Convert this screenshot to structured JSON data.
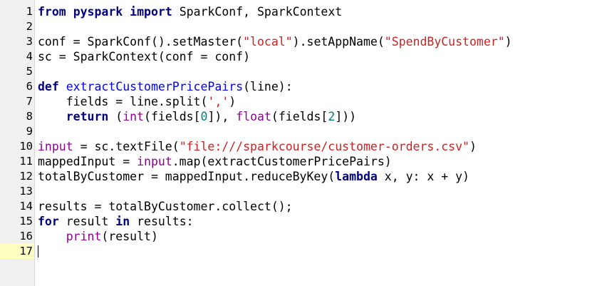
{
  "editor": {
    "current_line": 17,
    "colors": {
      "keyword": "#00007f",
      "string": "#cc2222",
      "builtin": "#900090",
      "number": "#007f7f",
      "function_name": "#0000ff",
      "gutter_bg": "#f0f0f0",
      "current_line_gutter": "#ffffc0"
    },
    "lines": [
      {
        "number": "1",
        "tokens": [
          {
            "t": "kw",
            "v": "from"
          },
          {
            "t": "ident",
            "v": " "
          },
          {
            "t": "kw",
            "v": "pyspark"
          },
          {
            "t": "ident",
            "v": " "
          },
          {
            "t": "kw",
            "v": "import"
          },
          {
            "t": "ident",
            "v": " SparkConf, SparkContext"
          }
        ]
      },
      {
        "number": "2",
        "tokens": []
      },
      {
        "number": "3",
        "tokens": [
          {
            "t": "ident",
            "v": "conf = SparkConf().setMaster("
          },
          {
            "t": "str",
            "v": "\"local\""
          },
          {
            "t": "ident",
            "v": ").setAppName("
          },
          {
            "t": "str",
            "v": "\"SpendByCustomer\""
          },
          {
            "t": "ident",
            "v": ")"
          }
        ]
      },
      {
        "number": "4",
        "tokens": [
          {
            "t": "ident",
            "v": "sc = SparkContext(conf = conf)"
          }
        ]
      },
      {
        "number": "5",
        "tokens": []
      },
      {
        "number": "6",
        "tokens": [
          {
            "t": "kw",
            "v": "def"
          },
          {
            "t": "ident",
            "v": " "
          },
          {
            "t": "def",
            "v": "extractCustomerPricePairs"
          },
          {
            "t": "ident",
            "v": "(line):"
          }
        ]
      },
      {
        "number": "7",
        "tokens": [
          {
            "t": "ident",
            "v": "    fields = line.split("
          },
          {
            "t": "str",
            "v": "','"
          },
          {
            "t": "ident",
            "v": ")"
          }
        ]
      },
      {
        "number": "8",
        "tokens": [
          {
            "t": "ident",
            "v": "    "
          },
          {
            "t": "kw",
            "v": "return"
          },
          {
            "t": "ident",
            "v": " ("
          },
          {
            "t": "builtin",
            "v": "int"
          },
          {
            "t": "ident",
            "v": "(fields["
          },
          {
            "t": "num",
            "v": "0"
          },
          {
            "t": "ident",
            "v": "]), "
          },
          {
            "t": "builtin",
            "v": "float"
          },
          {
            "t": "ident",
            "v": "(fields["
          },
          {
            "t": "num",
            "v": "2"
          },
          {
            "t": "ident",
            "v": "]))"
          }
        ]
      },
      {
        "number": "9",
        "tokens": []
      },
      {
        "number": "10",
        "tokens": [
          {
            "t": "builtin",
            "v": "input"
          },
          {
            "t": "ident",
            "v": " = sc.textFile("
          },
          {
            "t": "str",
            "v": "\"file:///sparkcourse/customer-orders.csv\""
          },
          {
            "t": "ident",
            "v": ")"
          }
        ]
      },
      {
        "number": "11",
        "tokens": [
          {
            "t": "ident",
            "v": "mappedInput = "
          },
          {
            "t": "builtin",
            "v": "input"
          },
          {
            "t": "ident",
            "v": ".map(extractCustomerPricePairs)"
          }
        ]
      },
      {
        "number": "12",
        "tokens": [
          {
            "t": "ident",
            "v": "totalByCustomer = mappedInput.reduceByKey("
          },
          {
            "t": "kw",
            "v": "lambda"
          },
          {
            "t": "ident",
            "v": " x, y: x + y)"
          }
        ]
      },
      {
        "number": "13",
        "tokens": []
      },
      {
        "number": "14",
        "tokens": [
          {
            "t": "ident",
            "v": "results = totalByCustomer.collect();"
          }
        ]
      },
      {
        "number": "15",
        "tokens": [
          {
            "t": "kw",
            "v": "for"
          },
          {
            "t": "ident",
            "v": " result "
          },
          {
            "t": "kw",
            "v": "in"
          },
          {
            "t": "ident",
            "v": " results:"
          }
        ]
      },
      {
        "number": "16",
        "tokens": [
          {
            "t": "ident",
            "v": "    "
          },
          {
            "t": "builtin",
            "v": "print"
          },
          {
            "t": "ident",
            "v": "(result)"
          }
        ]
      },
      {
        "number": "17",
        "tokens": []
      }
    ]
  }
}
